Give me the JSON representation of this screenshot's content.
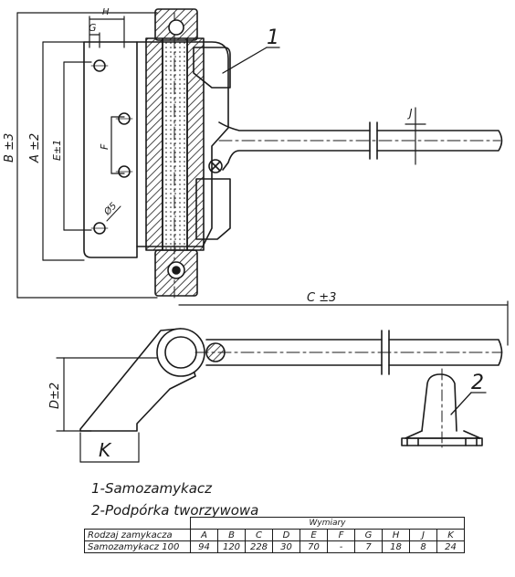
{
  "top_view": {
    "callout": "1",
    "dims": {
      "H": "H",
      "G": "G",
      "A": "A ±2",
      "B": "B ±3",
      "E": "E±1",
      "F": "F",
      "hole": "Ø5",
      "J": "J"
    }
  },
  "side_view": {
    "callout": "2",
    "dims": {
      "C": "C ±3",
      "D": "D±2",
      "K": "K"
    }
  },
  "legend": [
    "1-Samozamykacz",
    "2-Podpórka tworzywowa"
  ],
  "table": {
    "group_header": "Wymiary",
    "type_header": "Rodzaj zamykacza",
    "columns": [
      "A",
      "B",
      "C",
      "D",
      "E",
      "F",
      "G",
      "H",
      "J",
      "K"
    ],
    "rows": [
      {
        "name": "Samozamykacz 100",
        "values": [
          "94",
          "120",
          "228",
          "30",
          "70",
          "-",
          "7",
          "18",
          "8",
          "24"
        ]
      }
    ]
  }
}
